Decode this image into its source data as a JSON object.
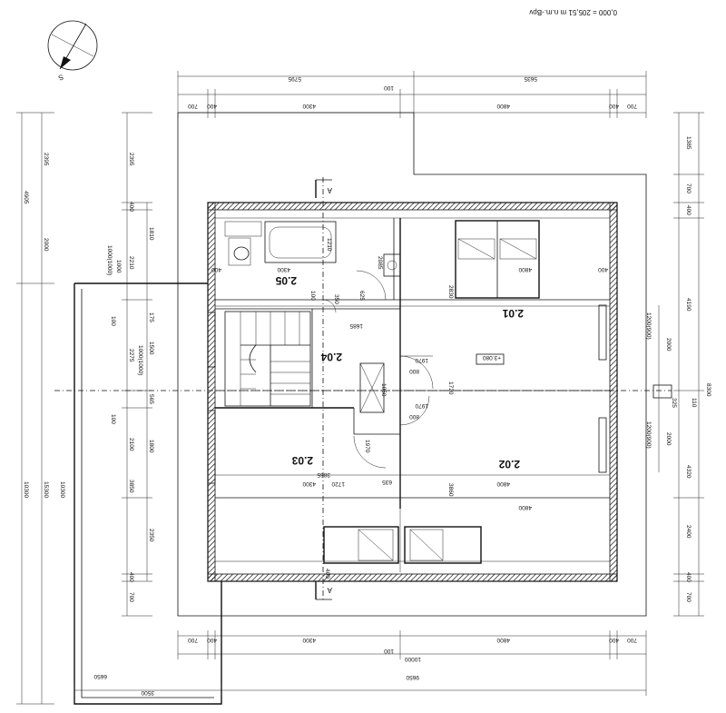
{
  "header": {
    "elevation_note": "0,000 = 205,51  m n.m.-Bpv"
  },
  "north_marker": {
    "label": "S",
    "icon": "north-arrow-icon"
  },
  "rooms": [
    {
      "id": "r201",
      "label": "2.01"
    },
    {
      "id": "r202",
      "label": "2.02"
    },
    {
      "id": "r203",
      "label": "2.03"
    },
    {
      "id": "r204",
      "label": "2.04"
    },
    {
      "id": "r205",
      "label": "2.05"
    }
  ],
  "level_tag": "+3.080",
  "section_marker": {
    "label": "A"
  },
  "dims": {
    "top_overall_left": "5795",
    "top_overall_right": "5635",
    "top_mid": "100",
    "top_seg1": "700",
    "top_seg2": "400",
    "top_seg3": "4300",
    "top_seg4": "4800",
    "top_seg5": "400",
    "top_seg6": "700",
    "right_1": "1385",
    "right_2": "700",
    "right_3": "400",
    "right_4": "4190",
    "right_5": "8300",
    "right_6": "1200(900)",
    "right_7": "2000",
    "right_8": "110",
    "right_9": "325",
    "right_10": "1200(900)",
    "right_11": "2000",
    "right_12": "4320",
    "right_13": "2400",
    "right_14": "400",
    "right_15": "700",
    "bot_1": "700",
    "bot_2": "400",
    "bot_3": "4300",
    "bot_4": "4800",
    "bot_5": "400",
    "bot_6": "700",
    "bot_7": "100",
    "bot_8": "10000",
    "bot_9": "9650",
    "bot_10": "3500",
    "bot_11": "6650",
    "left_1": "4905",
    "left_2": "2395",
    "left_3": "2000",
    "left_4": "2395",
    "left_5": "400",
    "left_6": "1810",
    "left_7": "1000(1000)",
    "left_8": "1000",
    "left_9": "2210",
    "left_10": "100",
    "left_11": "175",
    "left_12": "2275",
    "left_13": "1500",
    "left_14": "1000(1000)",
    "left_15": "565",
    "left_16": "100",
    "left_17": "2100",
    "left_18": "1800",
    "left_19": "3850",
    "left_20": "2350",
    "left_21": "400",
    "left_22": "700",
    "left_23": "10300",
    "left_24": "15300",
    "left_25": "10300",
    "in_1": "4300",
    "in_2": "4800",
    "in_3": "2830",
    "in_4": "1685",
    "in_5": "3865",
    "in_6": "635",
    "in_7": "4300",
    "in_8": "4800",
    "in_9": "4800",
    "in_10": "1720",
    "in_11": "3860",
    "in_12": "1970",
    "in_13": "1970",
    "in_14": "1970",
    "in_15": "800",
    "in_16": "800",
    "in_17": "350",
    "in_18": "1210",
    "in_19": "100",
    "in_20": "625",
    "in_21": "2085",
    "in_22": "400",
    "in_23": "400",
    "in_24": "1050",
    "in_25": "400",
    "in_26": "1720"
  }
}
